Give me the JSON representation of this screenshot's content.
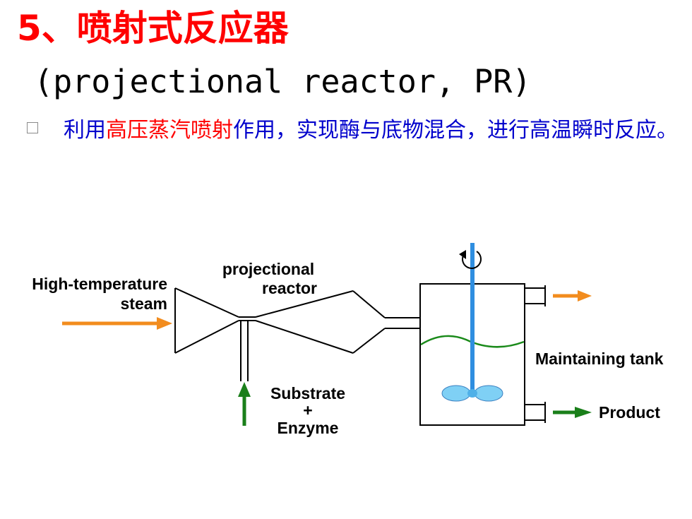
{
  "slide": {
    "title": "5、喷射式反应器",
    "subtitle": "(projectional reactor, PR)",
    "bullet": {
      "part1": "利用",
      "highlight": "高压蒸汽喷射",
      "part2": "作用，实现酶与底物混合，进行高温瞬时反应。"
    }
  },
  "diagram": {
    "labels": {
      "steam_line1": "High-temperature",
      "steam_line2": "steam",
      "reactor_line1": "projectional",
      "reactor_line2": "reactor",
      "substrate_line1": "Substrate",
      "substrate_plus": "+",
      "substrate_line2": "Enzyme",
      "tank": "Maintaining tank",
      "product": "Product"
    },
    "colors": {
      "steam_arrow": "#f28c1e",
      "feed_arrow": "#1a7f1a",
      "product_arrow": "#1a7f1a",
      "outlet_arrow": "#f28c1e",
      "shaft": "#2f8ee0",
      "liquid_surface": "#1a8a1a",
      "impeller": "#7fd0f5"
    }
  }
}
